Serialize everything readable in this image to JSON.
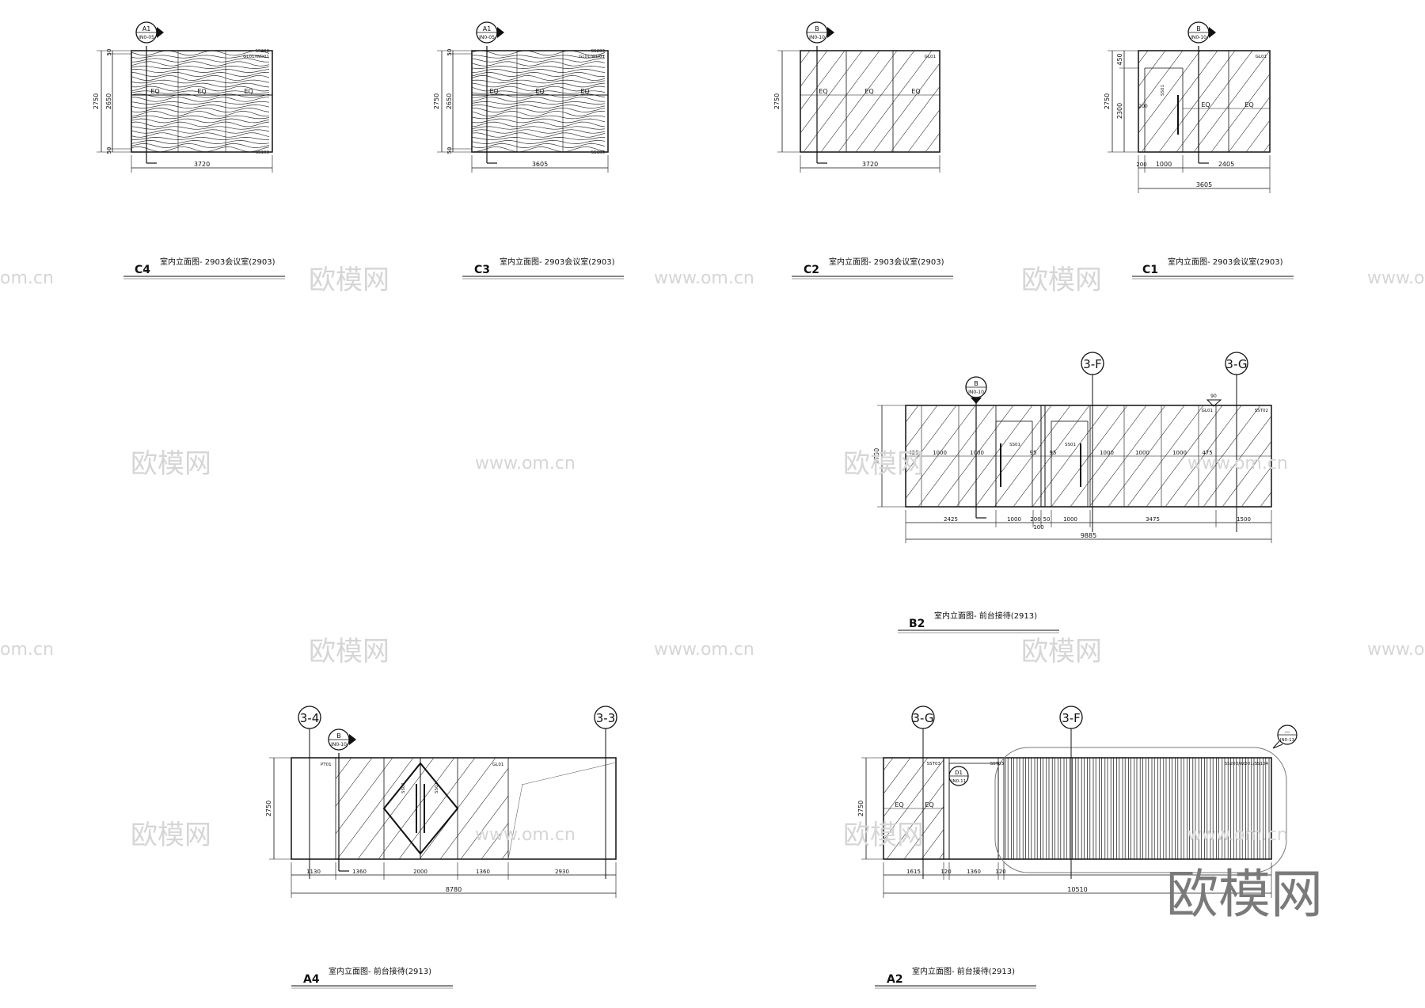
{
  "drawings": {
    "c4": {
      "label": "C4",
      "title": "室内立面图- 2903会议室(2903)",
      "height": "2750",
      "sub_heights": [
        "50",
        "2650",
        "50"
      ],
      "width": "3720",
      "eq": [
        "EQ",
        "EQ",
        "EQ"
      ],
      "tags": [
        "SS203",
        "GL01/WD01",
        "SS103"
      ],
      "marker_top": "A1",
      "marker_bottom": "IN0-05"
    },
    "c3": {
      "label": "C3",
      "title": "室内立面图- 2903会议室(2903)",
      "height": "2750",
      "sub_heights": [
        "50",
        "2650",
        "50"
      ],
      "width": "3605",
      "eq": [
        "EQ",
        "EQ",
        "EQ"
      ],
      "tags": [
        "SS203",
        "GL01/WD01",
        "SS103"
      ],
      "marker_top": "A1",
      "marker_bottom": "IN0-05"
    },
    "c2": {
      "label": "C2",
      "title": "室内立面图- 2903会议室(2903)",
      "height": "2750",
      "width": "3720",
      "eq": [
        "EQ",
        "EQ",
        "EQ"
      ],
      "tags": [
        "GL01"
      ],
      "marker_top": "B",
      "marker_bottom": "IN0-10"
    },
    "c1": {
      "label": "C1",
      "title": "室内立面图- 2903会议室(2903)",
      "height": "2750",
      "sub_heights": [
        "450",
        "2300"
      ],
      "side": "200",
      "dims": [
        "200",
        "1000",
        "2405"
      ],
      "width": "3605",
      "eq": [
        "EQ",
        "EQ"
      ],
      "tags": [
        "GL01",
        "SS01"
      ],
      "marker_top": "B",
      "marker_bottom": "IN0-10"
    },
    "b2": {
      "label": "B2",
      "title": "室内立面图- 前台接待(2913)",
      "height": "2750",
      "grid_a": "3-F",
      "grid_b": "3-G",
      "top_dims": [
        "425",
        "1000",
        "1000",
        "95",
        "95",
        "1000",
        "1000",
        "1000",
        "475"
      ],
      "bottom_dims": [
        "2425",
        "1000",
        "200",
        "50",
        "1000",
        "3475",
        "1500"
      ],
      "extra_dim": "100",
      "total": "9885",
      "tags": [
        "GL01",
        "SS01",
        "SS01",
        "SST02"
      ],
      "angle": "90",
      "marker_top": "B",
      "marker_bottom": "IN0-10"
    },
    "a4": {
      "label": "A4",
      "title": "室内立面图- 前台接待(2913)",
      "height": "2750",
      "grid_a": "3-4",
      "grid_b": "3-3",
      "dims": [
        "1130",
        "1360",
        "2000",
        "1360",
        "2930"
      ],
      "total": "8780",
      "tags": [
        "PT01",
        "SS01",
        "SS01",
        "GL01"
      ],
      "marker_top": "B",
      "marker_bottom": "IN0-10"
    },
    "a2": {
      "label": "A2",
      "title": "室内立面图- 前台接待(2913)",
      "height": "2750",
      "grid_a": "3-G",
      "grid_b": "3-F",
      "dims": [
        "1615",
        "120",
        "1360",
        "120"
      ],
      "total": "10510",
      "eq": [
        "EQ",
        "EQ"
      ],
      "tags": [
        "SST03",
        "SST03",
        "SS203/WD01/SS104"
      ],
      "door_top": "D1",
      "door_bottom": "IN0-11",
      "marker_top": "—",
      "marker_bottom": "IN0-13"
    }
  },
  "watermarks": {
    "brand": "欧模网",
    "url": "www.om.cn",
    "edge": "om.cn",
    "edge_url": "www.o"
  }
}
